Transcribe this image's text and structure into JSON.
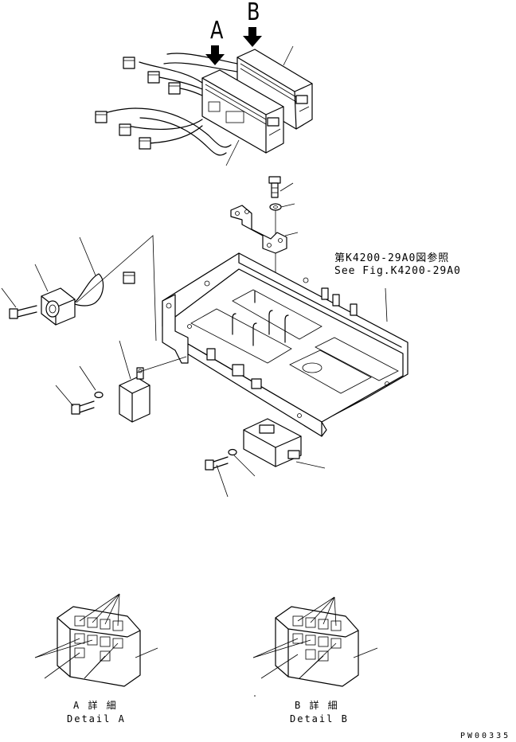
{
  "callouts": {
    "arrow_a_letter": "A",
    "arrow_b_letter": "B"
  },
  "reference_note": {
    "line1": "第K4200-29A0図参照",
    "line2": "See Fig.K4200-29A0"
  },
  "details": {
    "detail_a_jp": "A 詳 細",
    "detail_a_en": "Detail A",
    "detail_b_jp": "B 詳 細",
    "detail_b_en": "Detail B"
  },
  "drawing_code": "PW00335",
  "colors": {
    "ink": "#000000",
    "paper": "#ffffff"
  }
}
